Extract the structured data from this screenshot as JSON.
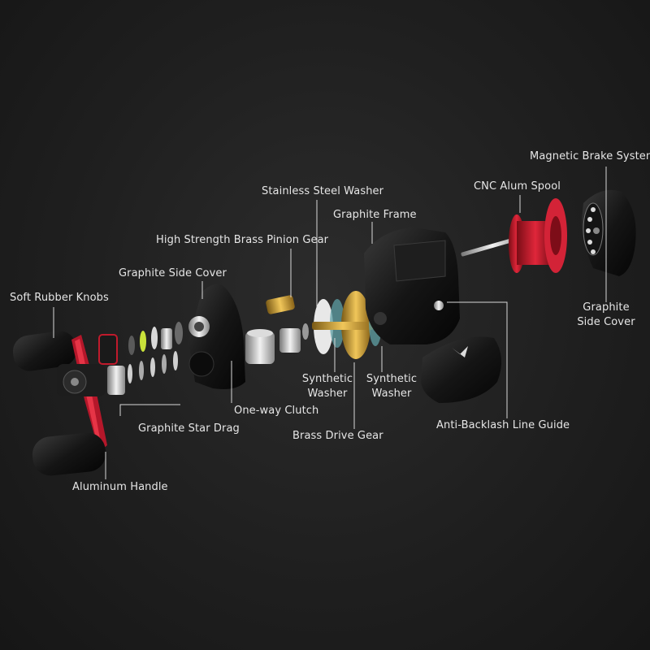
{
  "labels": {
    "magnetic_brake_system": "Magnetic Brake System",
    "cnc_alum_spool": "CNC Alum Spool",
    "stainless_steel_washer": "Stainless Steel Washer",
    "graphite_frame": "Graphite Frame",
    "high_strength_brass_pinion_gear": "High Strength Brass Pinion Gear",
    "graphite_side_cover_left": "Graphite Side Cover",
    "soft_rubber_knobs": "Soft Rubber Knobs",
    "graphite_side_cover_right": "Graphite Side Cover",
    "synthetic_washer_1": "Synthetic Washer",
    "synthetic_washer_2": "Synthetic Washer",
    "one_way_clutch": "One-way Clutch",
    "graphite_star_drag": "Graphite Star Drag",
    "brass_drive_gear": "Brass Drive Gear",
    "anti_backlash_line_guide": "Anti-Backlash Line Guide",
    "aluminum_handle": "Aluminum Handle"
  }
}
